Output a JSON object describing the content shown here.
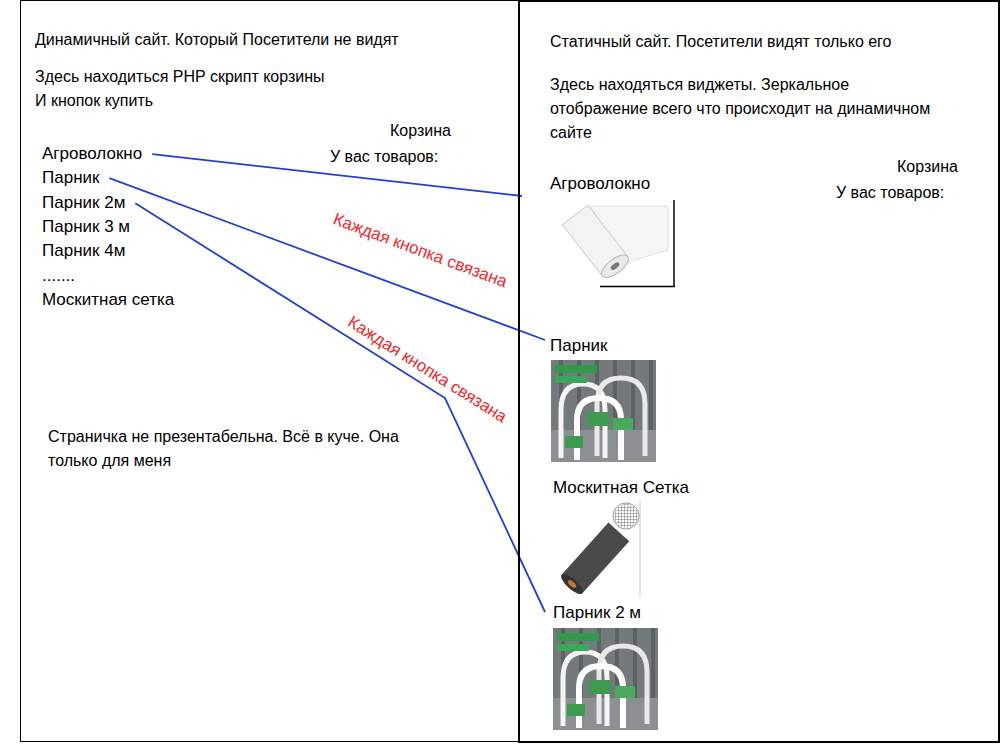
{
  "diagram": {
    "nodes": [
      {
        "text": [
          "Динамичный сайт. Который Посетители не видят",
          "Здесь находиться PHP скрипт корзины И кнопок купить",
          "Корзина",
          "У вас товаров:",
          "Страничка не презентабельна. Всё в куче. Она только для меня"
        ]
      },
      {
        "text": [
          "Агроволокно"
        ],
        "in": 0
      },
      {
        "text": [
          "Парник"
        ],
        "in": 0
      },
      {
        "text": [
          "Парник 2м"
        ],
        "in": 0
      },
      {
        "text": [
          "Парник 3 м"
        ],
        "in": 0
      },
      {
        "text": [
          "Парник 4м"
        ],
        "in": 0
      },
      {
        "text": [
          "......."
        ],
        "in": 0
      },
      {
        "text": [
          "Москитная сетка"
        ],
        "in": 0
      },
      {
        "text": [
          "Статичный сайт. Посетители видят только его",
          "Здесь находяться виджеты. Зеркальное отображение всего что происходит на динамичном сайте",
          "Корзина",
          "У вас товаров:"
        ]
      },
      {
        "text": [
          "Агроволокно"
        ],
        "in": 8
      },
      {
        "text": [
          "Парник"
        ],
        "in": 8
      },
      {
        "text": [
          "Москитная Сетка"
        ],
        "in": 8
      },
      {
        "text": [
          "Парник 2 м"
        ],
        "in": 8
      }
    ],
    "edges": [
      {
        "from": 1,
        "to": 9,
        "arrow": "none"
      },
      {
        "from": 2,
        "to": 10,
        "arrow": "none",
        "label": "Каждая кнопка связана"
      },
      {
        "from": 3,
        "to": 12,
        "arrow": "none",
        "label": "Каждая кнопка связана"
      }
    ]
  }
}
